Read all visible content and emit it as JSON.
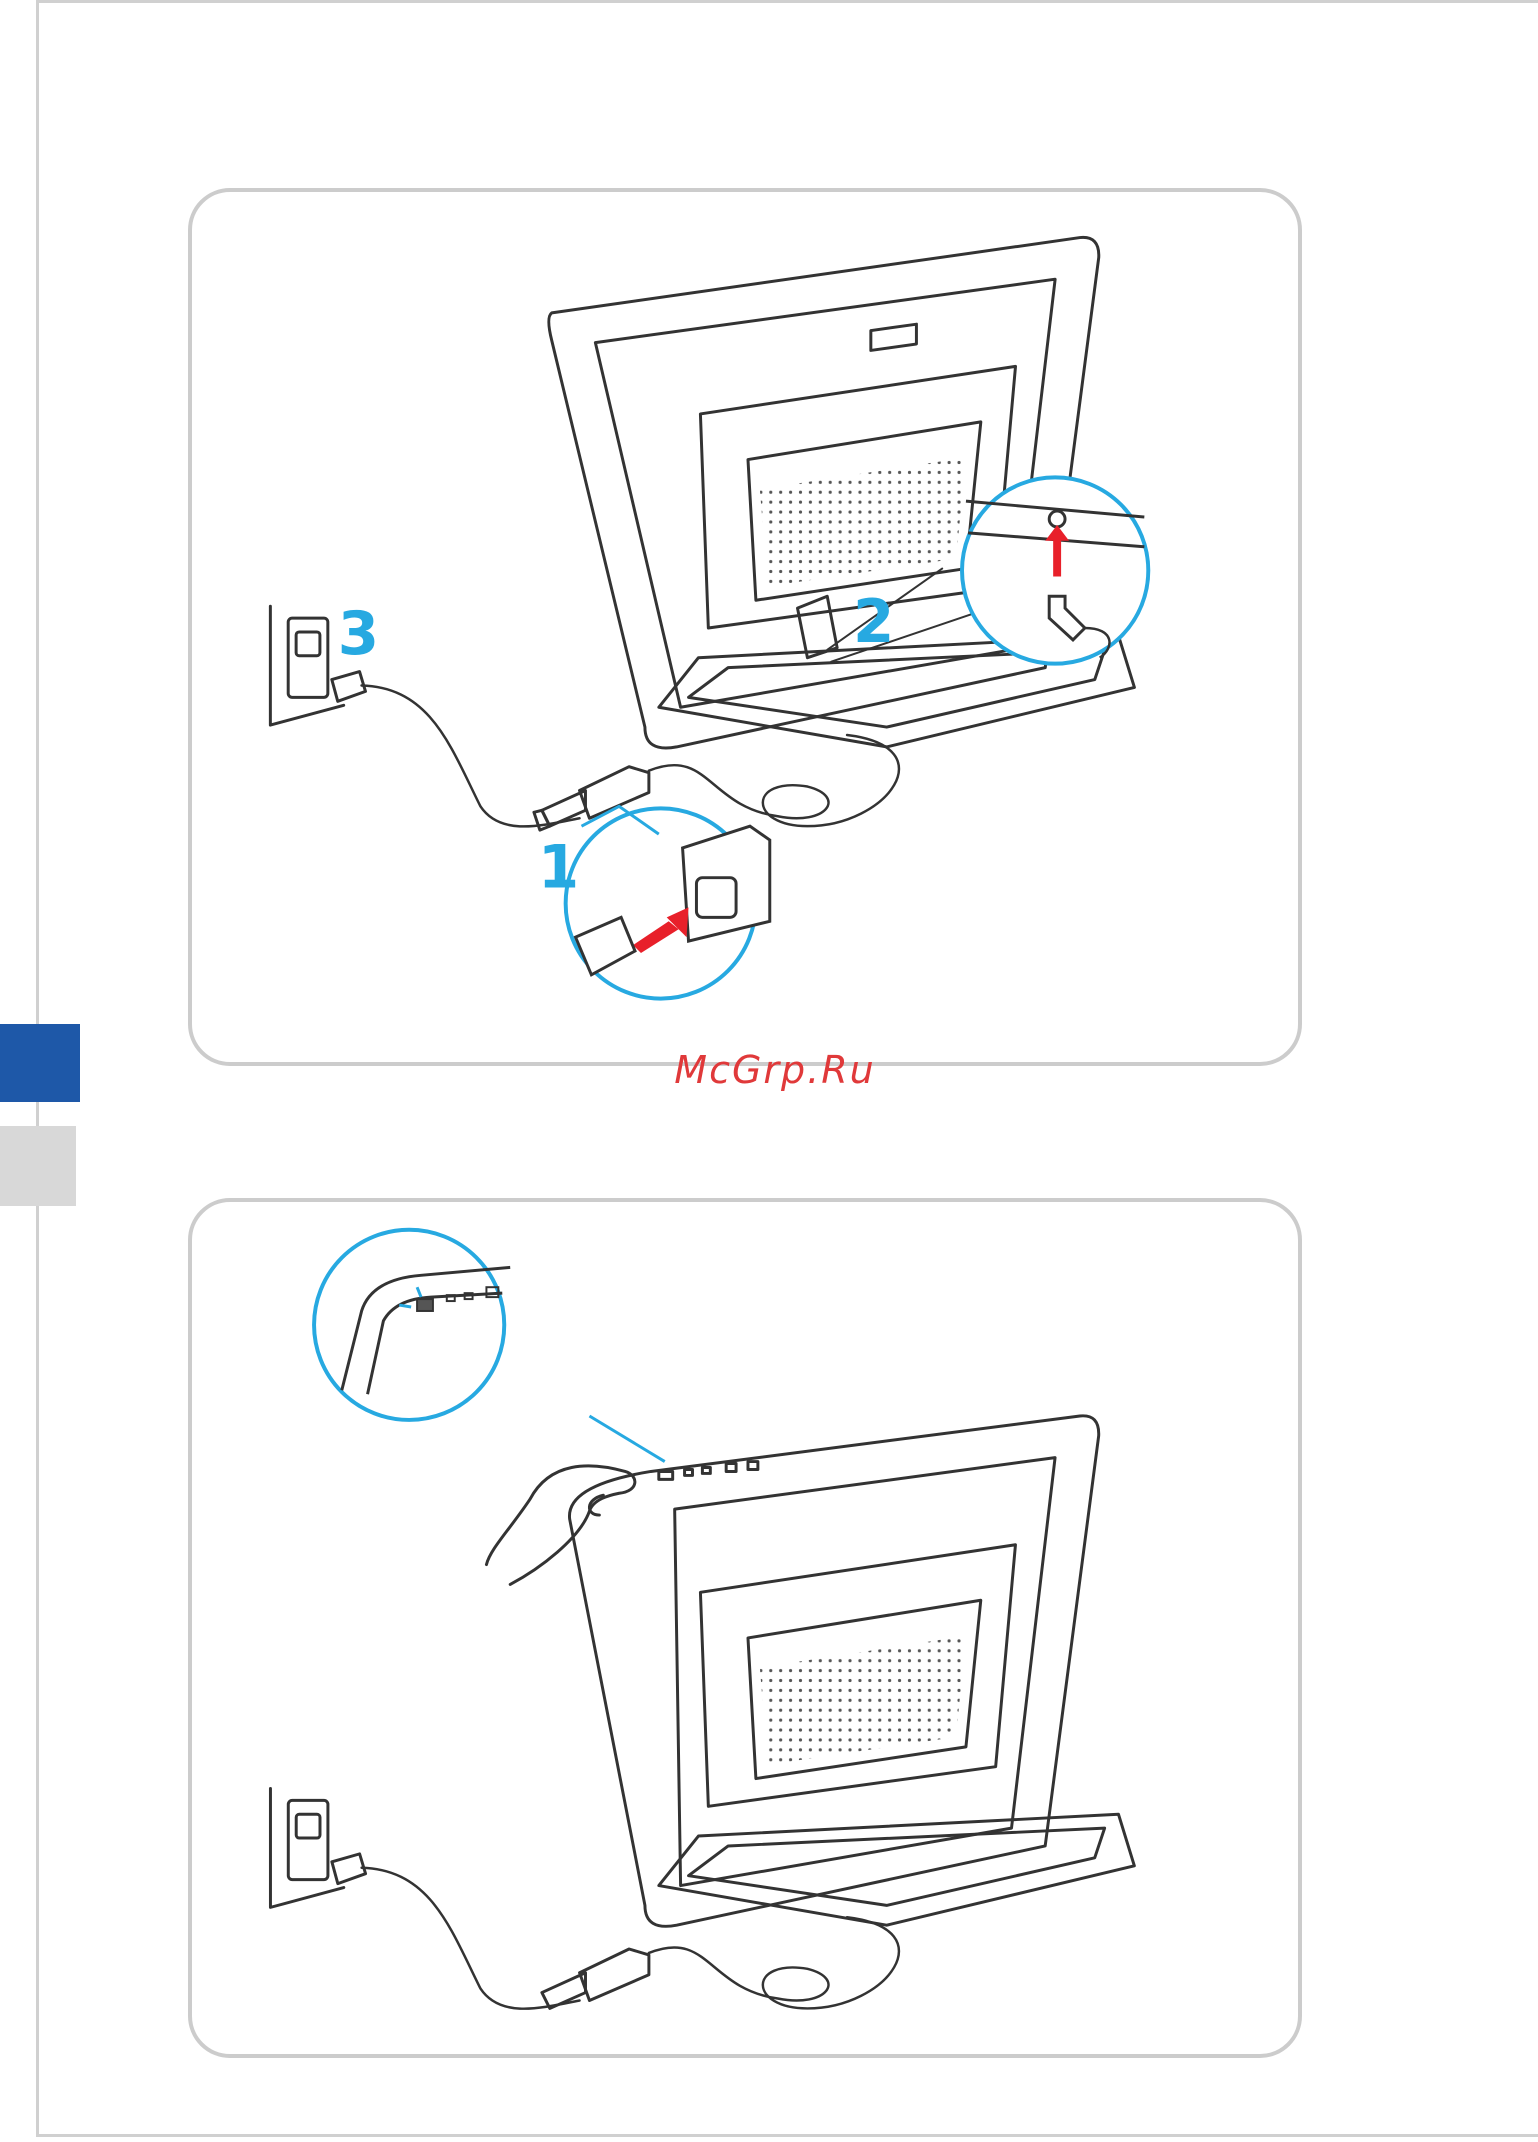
{
  "watermark": "McGrp.Ru",
  "steps": [
    {
      "label": "1"
    },
    {
      "label": "2"
    },
    {
      "label": "3"
    }
  ],
  "colors": {
    "accent_cyan": "#27a9e1",
    "arrow_red": "#e8202a",
    "side_tab_blue": "#1e58a8",
    "side_tab_gray": "#d8d8d8",
    "panel_border": "#cccccc",
    "line_art": "#333333"
  },
  "icons": [
    "wall-outlet-icon",
    "power-adapter-icon",
    "dc-jack-icon",
    "power-button-icon",
    "hand-icon"
  ]
}
